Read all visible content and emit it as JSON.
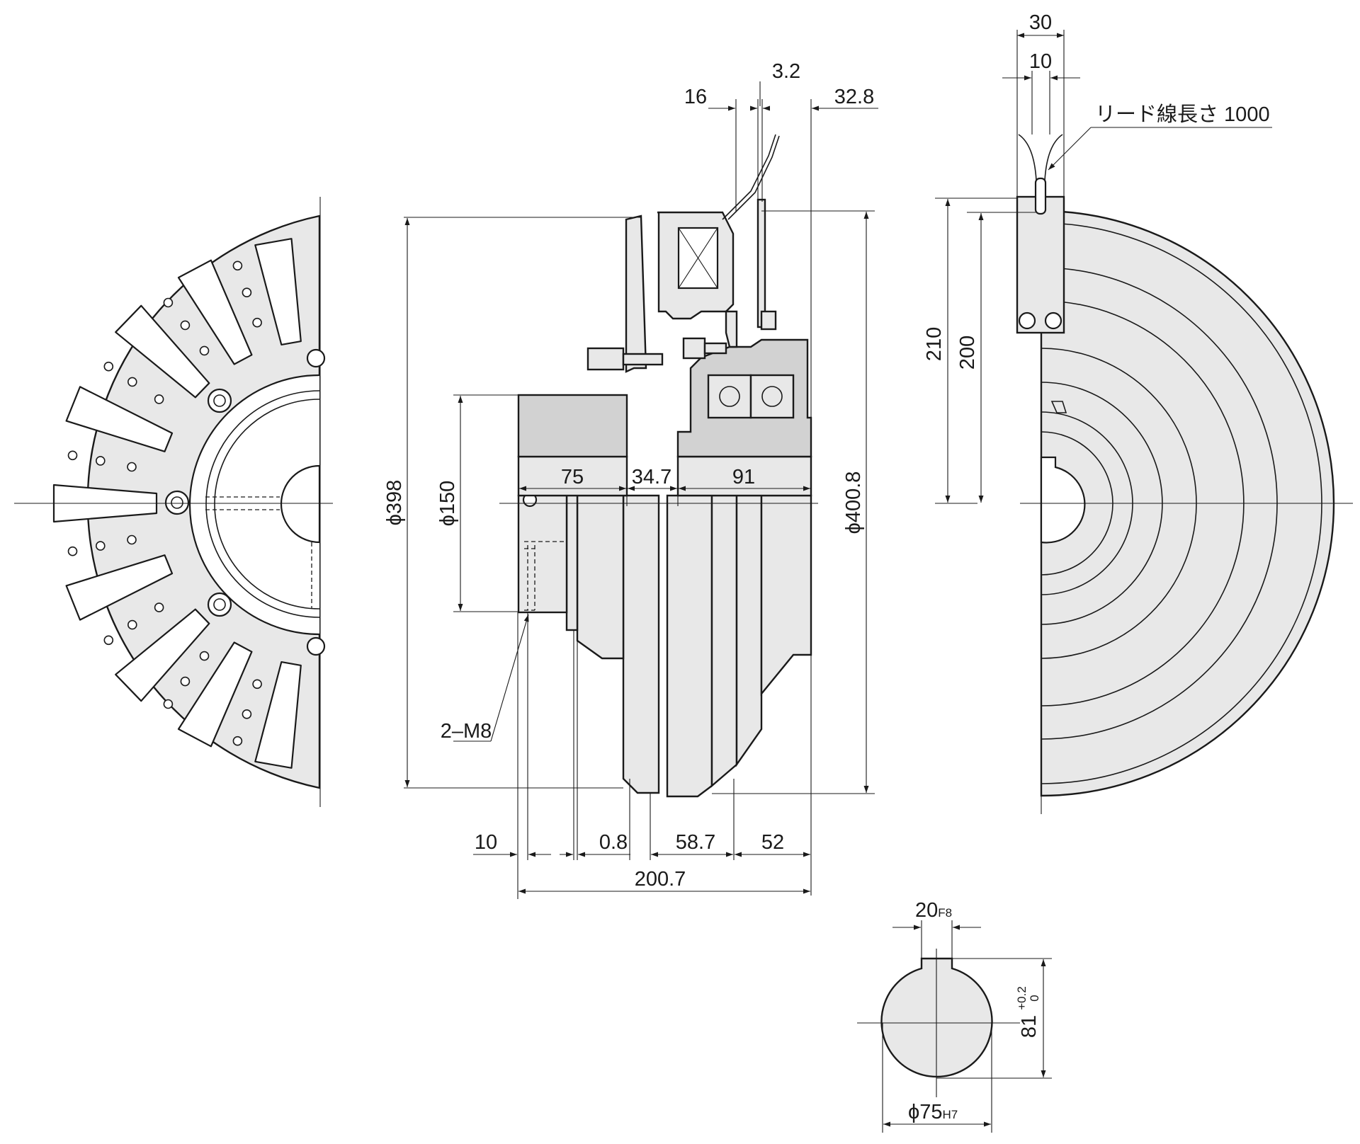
{
  "title": "",
  "views": {
    "front_view": {
      "label_present": false
    },
    "side_section": {
      "dimensions": {
        "top_16": "16",
        "top_3_2": "3.2",
        "top_32_8": "32.8",
        "dia_398": "ϕ398",
        "dia_150": "ϕ150",
        "dia_400_8": "ϕ400.8",
        "hub_75": "75",
        "gap_34_7": "34.7",
        "rotor_91": "91",
        "bot_10": "10",
        "bot_0_8": "0.8",
        "bot_58_7": "58.7",
        "bot_52": "52",
        "overall_200_7": "200.7",
        "tap_2_m8": "2–M8"
      }
    },
    "end_view": {
      "dimensions": {
        "width_30": "30",
        "width_10": "10",
        "lead_wire": "リード線長さ 1000",
        "height_210": "210",
        "height_200": "200"
      }
    },
    "bore_detail": {
      "dimensions": {
        "keyway_20": "20",
        "keyway_20_tol": "F8",
        "depth_81": "81",
        "depth_81_tol_upper": "+0.2",
        "depth_81_tol_lower": "0",
        "bore_75": "ϕ75",
        "bore_75_tol": "H7"
      }
    }
  },
  "colors": {
    "line": "#1a1a1a",
    "part_fill": "#e8e8e8",
    "part_shade": "#d2d2d2",
    "background": "#ffffff"
  }
}
